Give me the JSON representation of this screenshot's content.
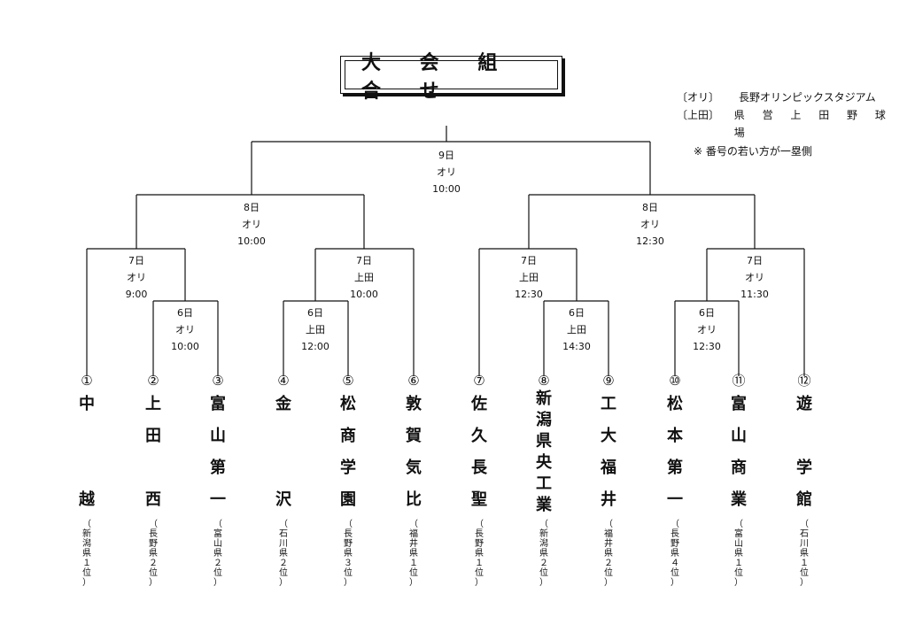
{
  "title": "大 会 組 合 せ",
  "legend": [
    {
      "key": "〔オリ〕",
      "venue": "長野オリンピックスタジアム"
    },
    {
      "key": "〔上田〕",
      "venue": "県 営 上 田 野 球 場"
    }
  ],
  "note": "※ 番号の若い方が一塁側",
  "matches": [
    {
      "day": "9日",
      "venue": "オリ",
      "time": "10:00"
    },
    {
      "day": "8日",
      "venue": "オリ",
      "time": "10:00"
    },
    {
      "day": "8日",
      "venue": "オリ",
      "time": "12:30"
    },
    {
      "day": "7日",
      "venue": "オリ",
      "time": "9:00"
    },
    {
      "day": "7日",
      "venue": "上田",
      "time": "10:00"
    },
    {
      "day": "7日",
      "venue": "上田",
      "time": "12:30"
    },
    {
      "day": "7日",
      "venue": "オリ",
      "time": "11:30"
    },
    {
      "day": "6日",
      "venue": "オリ",
      "time": "10:00"
    },
    {
      "day": "6日",
      "venue": "上田",
      "time": "12:00"
    },
    {
      "day": "6日",
      "venue": "上田",
      "time": "14:30"
    },
    {
      "day": "6日",
      "venue": "オリ",
      "time": "12:30"
    }
  ],
  "teams": [
    {
      "num": "①",
      "name": [
        "中",
        "",
        "",
        "越"
      ],
      "sub": "（新潟県１位）"
    },
    {
      "num": "②",
      "name": [
        "上",
        "田",
        "",
        "西"
      ],
      "sub": "（長野県２位）"
    },
    {
      "num": "③",
      "name": [
        "富",
        "山",
        "第",
        "一"
      ],
      "sub": "（富山県２位）"
    },
    {
      "num": "④",
      "name": [
        "金",
        "",
        "",
        "沢"
      ],
      "sub": "（石川県２位）"
    },
    {
      "num": "⑤",
      "name": [
        "松",
        "商",
        "学",
        "園"
      ],
      "sub": "（長野県３位）"
    },
    {
      "num": "⑥",
      "name": [
        "敦",
        "賀",
        "気",
        "比"
      ],
      "sub": "（福井県１位）"
    },
    {
      "num": "⑦",
      "name": [
        "佐",
        "久",
        "長",
        "聖"
      ],
      "sub": "（長野県１位）"
    },
    {
      "num": "⑧",
      "name": [
        "新",
        "潟",
        "県",
        "央",
        "工",
        "業"
      ],
      "sub": "（新潟県２位）"
    },
    {
      "num": "⑨",
      "name": [
        "工",
        "大",
        "福",
        "井"
      ],
      "sub": "（福井県２位）"
    },
    {
      "num": "⑩",
      "name": [
        "松",
        "本",
        "第",
        "一"
      ],
      "sub": "（長野県４位）"
    },
    {
      "num": "⑪",
      "name": [
        "富",
        "山",
        "商",
        "業"
      ],
      "sub": "（富山県１位）"
    },
    {
      "num": "⑫",
      "name": [
        "遊",
        "",
        "学",
        "館"
      ],
      "sub": "（石川県１位）"
    }
  ]
}
